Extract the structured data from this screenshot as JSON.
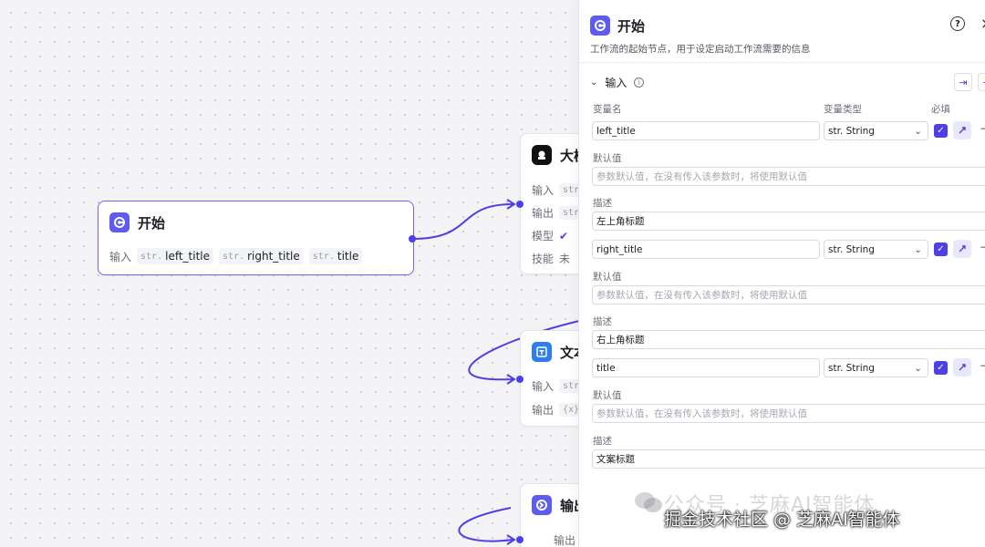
{
  "start_node": {
    "title": "开始",
    "input_label": "输入",
    "params": [
      {
        "type": "str.",
        "name": "left_title"
      },
      {
        "type": "str.",
        "name": "right_title"
      },
      {
        "type": "str.",
        "name": "title"
      }
    ]
  },
  "llm_node": {
    "title": "大模",
    "rows": [
      {
        "label": "输入",
        "value": "str."
      },
      {
        "label": "输出",
        "value": "str."
      },
      {
        "label": "模型",
        "value": ""
      },
      {
        "label": "技能",
        "value": "未"
      }
    ]
  },
  "text_node": {
    "title": "文本",
    "rows": [
      {
        "label": "输入",
        "value": "str."
      },
      {
        "label": "输出",
        "value": "{x}"
      }
    ]
  },
  "output_node": {
    "title": "输出",
    "output_label": "输出"
  },
  "panel": {
    "title": "开始",
    "description": "工作流的起始节点，用于设定启动工作流需要的信息",
    "help": "?",
    "close": "×",
    "section_title": "输入",
    "columns": {
      "name": "变量名",
      "type": "变量类型",
      "required": "必填"
    },
    "default_label": "默认值",
    "desc_label": "描述",
    "variables": [
      {
        "name": "left_title",
        "type": "str. String",
        "required": true,
        "default_placeholder": "参数默认值，在没有传入该参数时，将使用默认值",
        "description": "左上角标题"
      },
      {
        "name": "right_title",
        "type": "str. String",
        "required": true,
        "default_placeholder": "参数默认值，在没有传入该参数时，将使用默认值",
        "description": "右上角标题"
      },
      {
        "name": "title",
        "type": "str. String",
        "required": true,
        "default_placeholder": "参数默认值，在没有传入该参数时，将使用默认值",
        "description": "文案标题"
      }
    ]
  },
  "watermark": {
    "line1": "公众号 · 芝麻AI智能体",
    "line2": "掘金技术社区 @ 芝麻AI智能体"
  },
  "colors": {
    "accent": "#4e40e5",
    "node_border_selected": "#6b6bea"
  }
}
